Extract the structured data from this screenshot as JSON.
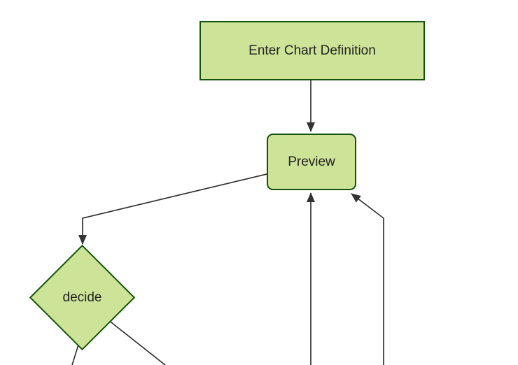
{
  "diagram": {
    "type": "flowchart",
    "direction": "top-down",
    "colors": {
      "canvas_bg": "#ffffff",
      "node_fill": "#cde498",
      "node_border": "#13540c",
      "edge_stroke": "#333333",
      "arrowhead_fill": "#333333",
      "text_color": "#222222"
    },
    "nodes": [
      {
        "id": "enter-chart-definition",
        "label": "Enter Chart Definition",
        "shape": "rectangle"
      },
      {
        "id": "preview",
        "label": "Preview",
        "shape": "rounded-rectangle"
      },
      {
        "id": "decide",
        "label": "decide",
        "shape": "diamond"
      }
    ],
    "edges": [
      {
        "from": "enter-chart-definition",
        "to": "preview",
        "arrowhead": true
      },
      {
        "from": "preview",
        "to": "decide",
        "arrowhead": true
      },
      {
        "from": "offscreen-bottom",
        "to": "preview",
        "arrowhead": true
      },
      {
        "from": "offscreen-bottom-right",
        "to": "preview",
        "arrowhead": true
      },
      {
        "from": "decide",
        "to": "offscreen-bottom-left",
        "arrowhead": false
      },
      {
        "from": "decide",
        "to": "offscreen-bottom-right",
        "arrowhead": false
      }
    ]
  }
}
